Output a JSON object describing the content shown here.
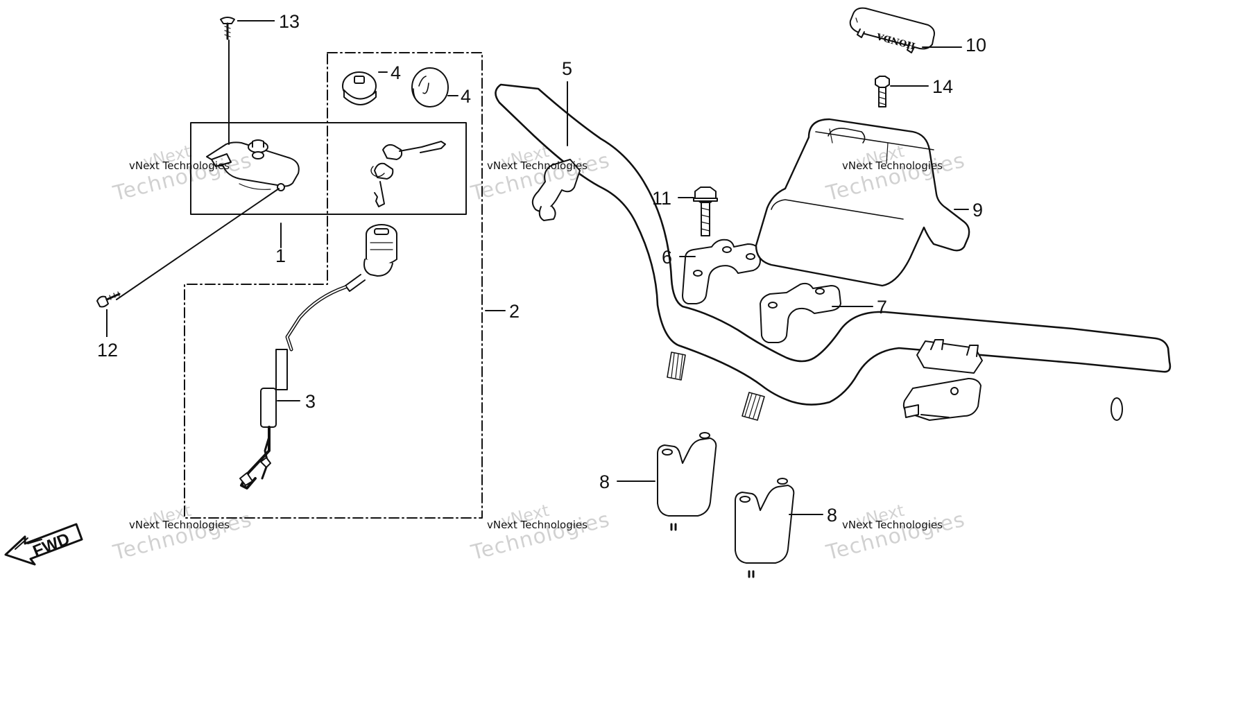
{
  "watermark": {
    "company": "vNext Technologies",
    "word1": "vNext",
    "word2": "Technologies"
  },
  "callouts": {
    "c1": "1",
    "c2": "2",
    "c3": "3",
    "c4a": "4",
    "c4b": "4",
    "c5": "5",
    "c6": "6",
    "c7": "7",
    "c8a": "8",
    "c8b": "8",
    "c9": "9",
    "c10": "10",
    "c11": "11",
    "c12": "12",
    "c13": "13",
    "c14": "14"
  },
  "fwd": {
    "label": "FWD"
  },
  "logo_text": "HONDA"
}
